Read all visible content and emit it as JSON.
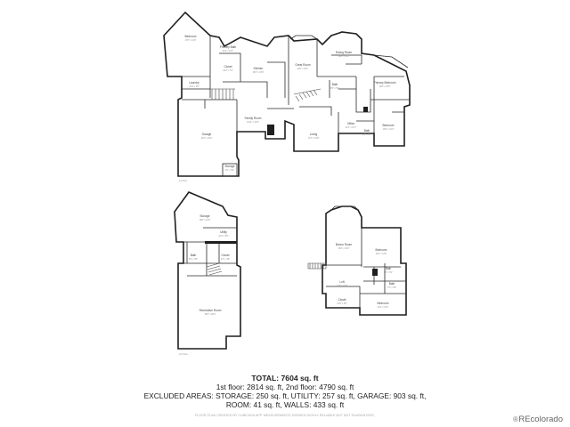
{
  "rooms_upper": [
    {
      "key": "r1",
      "name": "Bedroom",
      "area": "17'8\" x 14'0\""
    },
    {
      "key": "r2",
      "name": "Primary Bath",
      "area": "14'0\" x 11'7\""
    },
    {
      "key": "r3",
      "name": "Closet",
      "area": "10'2\" x 7'2\""
    },
    {
      "key": "r4",
      "name": "Laundry",
      "area": "12'3\" x 9'5\""
    },
    {
      "key": "r5",
      "name": "Kitchen",
      "area": "18'4\" x 15'9\""
    },
    {
      "key": "r6",
      "name": "Great Room",
      "area": "22'0\" x 19'1\""
    },
    {
      "key": "r7",
      "name": "Dining Room",
      "area": "15'8\" x 13'2\""
    },
    {
      "key": "r8",
      "name": "Primary Bedroom",
      "area": "19'8\" x 16'5\""
    },
    {
      "key": "r9",
      "name": "Garage",
      "area": "40'1\" x 24'2\""
    },
    {
      "key": "r10",
      "name": "Family Room",
      "area": "14'11\" x 13'0\""
    },
    {
      "key": "r11",
      "name": "Office",
      "area": "12'1\" x 11'7\""
    },
    {
      "key": "r12",
      "name": "Living",
      "area": "17'2\" x 14'8\""
    },
    {
      "key": "r13",
      "name": "Bath",
      "area": "8'5\" x 5'2\""
    },
    {
      "key": "r14",
      "name": "Bedroom",
      "area": "13'9\" x 12'2\""
    },
    {
      "key": "r15",
      "name": "Bath",
      "area": "9'8\" x 6'1\""
    },
    {
      "key": "r16",
      "name": "Storage",
      "area": "9'1\" x 5'4\""
    }
  ],
  "rooms_lower_left": [
    {
      "key": "r17",
      "name": "Storage",
      "area": "18'6\" x 12'0\""
    },
    {
      "key": "r18",
      "name": "Utility",
      "area": "12'4\" x 6'5\""
    },
    {
      "key": "r19",
      "name": "Bath",
      "area": "8'2\" x 5'0\""
    },
    {
      "key": "r20",
      "name": "Closet",
      "area": "6'3\" x 4'8\""
    },
    {
      "key": "r21",
      "name": "Recreation Room",
      "area": "38'3\" x 26'4\""
    }
  ],
  "rooms_lower_right": [
    {
      "key": "r22",
      "name": "Bonus Room",
      "area": "18'2\" x 15'0\""
    },
    {
      "key": "r23",
      "name": "Bedroom",
      "area": "14'3\" x 12'9\""
    },
    {
      "key": "r24",
      "name": "Bath",
      "area": "9'6\" x 5'1\""
    },
    {
      "key": "r25",
      "name": "Loft",
      "area": "11'9\" x 10'0\""
    },
    {
      "key": "r26",
      "name": "Bath",
      "area": "7'0\" x 5'8\""
    },
    {
      "key": "r27",
      "name": "Closet",
      "area": "12'0\" x 6'3\""
    },
    {
      "key": "r28",
      "name": "Bedroom",
      "area": "13'4\" x 11'6\""
    }
  ],
  "floor_notes": {
    "upper": "1st floor",
    "lower": "2nd floor"
  },
  "totals": {
    "title": "TOTAL: 7604 sq. ft",
    "line1": "1st floor: 2814 sq. ft, 2nd floor: 4790 sq. ft",
    "line2": "EXCLUDED AREAS: STORAGE: 250 sq. ft, UTILITY: 257 sq. ft, GARAGE: 903 sq. ft,",
    "line3": "ROOM: 41 sq. ft, WALLS: 433 sq. ft"
  },
  "disclaimer": "FLOOR PLAN CREATED BY CUBICASA APP. MEASUREMENTS DEEMED HIGHLY RELIABLE BUT NOT GUARANTEED.",
  "logo": {
    "mark": "®",
    "text": "REcolorado"
  }
}
